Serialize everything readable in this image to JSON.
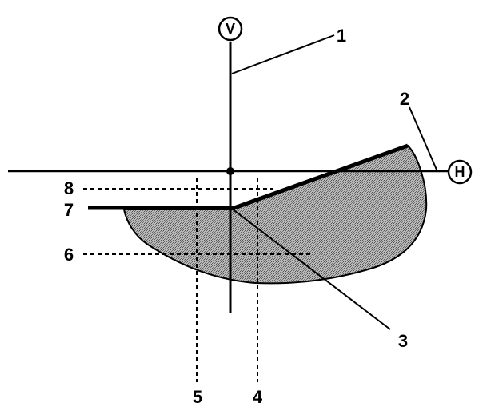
{
  "axes": {
    "vertical": {
      "label": "V"
    },
    "horizontal": {
      "label": "H"
    }
  },
  "callouts": [
    {
      "id": "1",
      "text": "1"
    },
    {
      "id": "2",
      "text": "2"
    },
    {
      "id": "3",
      "text": "3"
    },
    {
      "id": "4",
      "text": "4"
    },
    {
      "id": "5",
      "text": "5"
    },
    {
      "id": "6",
      "text": "6"
    },
    {
      "id": "7",
      "text": "7"
    },
    {
      "id": "8",
      "text": "8"
    }
  ],
  "colors": {
    "line": "#000000",
    "fill": "#9c9c9c",
    "background": "#ffffff"
  }
}
